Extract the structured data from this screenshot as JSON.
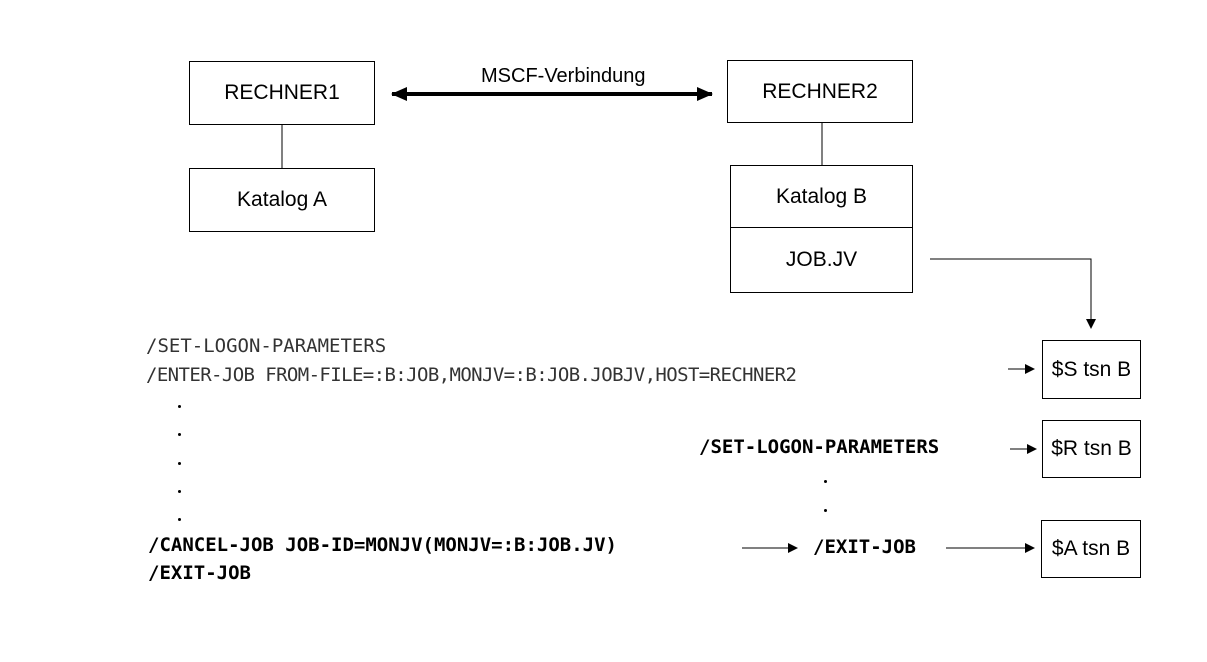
{
  "computers": {
    "host1": "RECHNER1",
    "host2": "RECHNER2"
  },
  "connection_label": "MSCF-Verbindung",
  "catalogs": {
    "catalog_a": "Katalog A",
    "catalog_b": "Katalog B"
  },
  "file_job_jv": "JOB.JV",
  "outputs": {
    "s": "$S tsn B",
    "r": "$R tsn B",
    "a": "$A tsn B"
  },
  "left_commands": {
    "line1": "/SET-LOGON-PARAMETERS",
    "line2": "/ENTER-JOB FROM-FILE=:B:JOB,MONJV=:B:JOB.JOBJV,HOST=RECHNER2",
    "cancel": "/CANCEL-JOB JOB-ID=MONJV(MONJV=:B:JOB.JV)",
    "exit": "/EXIT-JOB"
  },
  "right_commands": {
    "logon": "/SET-LOGON-PARAMETERS",
    "exit": "/EXIT-JOB"
  }
}
